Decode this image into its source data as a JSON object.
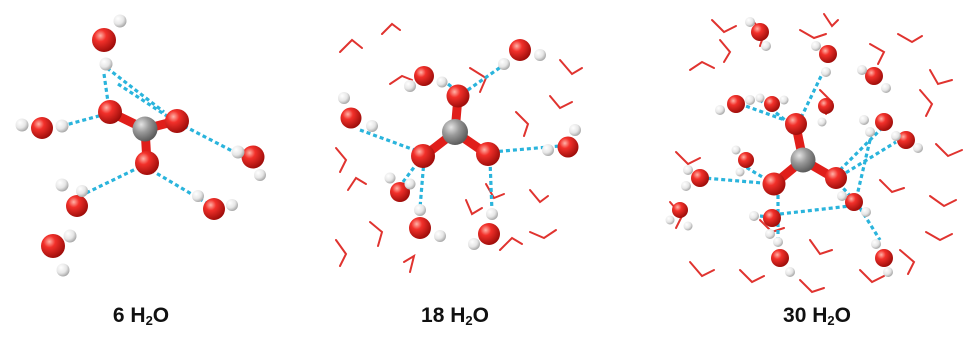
{
  "panels": [
    {
      "count": "6",
      "formula": {
        "prefix": "H",
        "subscript": "2",
        "suffix": "O"
      }
    },
    {
      "count": "18",
      "formula": {
        "prefix": "H",
        "subscript": "2",
        "suffix": "O"
      }
    },
    {
      "count": "30",
      "formula": {
        "prefix": "H",
        "subscript": "2",
        "suffix": "O"
      }
    }
  ],
  "colors": {
    "oxygen": "#e8201e",
    "hydrogen": "#f2f2f2",
    "carbon": "#9a9a9a",
    "hydrogen_bond": "#2ab4dc",
    "wire_oxygen": "#e0332f",
    "wire_hydrogen": "#d9d9d9"
  }
}
